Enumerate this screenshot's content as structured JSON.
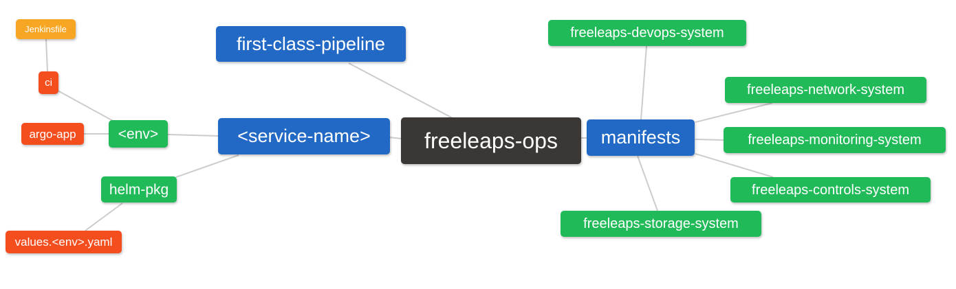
{
  "diagram": {
    "title": "freeleaps-ops mind map",
    "root_node": "freeleaps-ops",
    "colors": {
      "primary_blue": "#2169c4",
      "root_dark": "#3b3734",
      "green": "#21ba59",
      "orange": "#f6a623",
      "red_orange": "#f44d1e",
      "edge_gray": "#cccccc",
      "node_text": "#ffffff",
      "background": "#ffffff"
    },
    "nodes": {
      "jenkinsfile": {
        "label": "Jenkinsfile"
      },
      "ci": {
        "label": "ci"
      },
      "argo_app": {
        "label": "argo-app"
      },
      "env": {
        "label": "<env>"
      },
      "helm_pkg": {
        "label": "helm-pkg"
      },
      "values_env_yaml": {
        "label": "values.<env>.yaml"
      },
      "first_class_pipeline": {
        "label": "first-class-pipeline"
      },
      "service_name": {
        "label": "<service-name>"
      },
      "freeleaps_ops": {
        "label": "freeleaps-ops"
      },
      "manifests": {
        "label": "manifests"
      },
      "devops_system": {
        "label": "freeleaps-devops-system"
      },
      "network_system": {
        "label": "freeleaps-network-system"
      },
      "monitoring_system": {
        "label": "freeleaps-monitoring-system"
      },
      "controls_system": {
        "label": "freeleaps-controls-system"
      },
      "storage_system": {
        "label": "freeleaps-storage-system"
      }
    },
    "edges": [
      {
        "from": "jenkinsfile",
        "to": "ci"
      },
      {
        "from": "ci",
        "to": "env"
      },
      {
        "from": "argo_app",
        "to": "env"
      },
      {
        "from": "env",
        "to": "service_name"
      },
      {
        "from": "helm_pkg",
        "to": "service_name"
      },
      {
        "from": "values_env_yaml",
        "to": "helm_pkg"
      },
      {
        "from": "first_class_pipeline",
        "to": "freeleaps_ops"
      },
      {
        "from": "service_name",
        "to": "freeleaps_ops"
      },
      {
        "from": "freeleaps_ops",
        "to": "manifests"
      },
      {
        "from": "manifests",
        "to": "devops_system"
      },
      {
        "from": "manifests",
        "to": "network_system"
      },
      {
        "from": "manifests",
        "to": "monitoring_system"
      },
      {
        "from": "manifests",
        "to": "controls_system"
      },
      {
        "from": "manifests",
        "to": "storage_system"
      }
    ]
  }
}
